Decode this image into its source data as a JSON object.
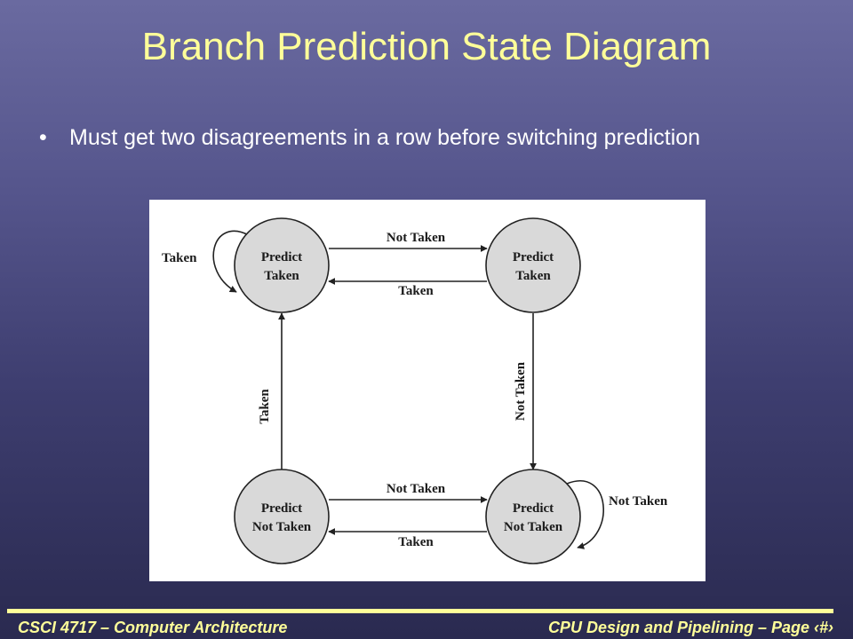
{
  "slide": {
    "title": "Branch Prediction State Diagram",
    "bullets": [
      "Must get two disagreements in a row before switching prediction"
    ],
    "bullet_symbol": "•"
  },
  "diagram": {
    "states": [
      {
        "id": "top-left",
        "line1": "Predict",
        "line2": "Taken"
      },
      {
        "id": "top-right",
        "line1": "Predict",
        "line2": "Taken"
      },
      {
        "id": "bottom-left",
        "line1": "Predict",
        "line2": "Not Taken"
      },
      {
        "id": "bottom-right",
        "line1": "Predict",
        "line2": "Not Taken"
      }
    ],
    "edges": {
      "tl_to_tr": "Not Taken",
      "tr_to_tl": "Taken",
      "tl_self": "Taken",
      "tr_to_br": "Not Taken",
      "bl_to_tl": "Taken",
      "bl_to_br": "Not Taken",
      "br_to_bl": "Taken",
      "br_self": "Not Taken"
    },
    "colors": {
      "state_fill": "#d9d9d9",
      "stroke": "#222222"
    }
  },
  "footer": {
    "left": "CSCI 4717 – Computer Architecture",
    "right": "CPU Design and Pipelining – Page ‹#›"
  },
  "colors": {
    "title": "#ffff99",
    "body_text": "#ffffff",
    "background_top": "#6a6aa0",
    "background_bottom": "#2a2a50"
  }
}
